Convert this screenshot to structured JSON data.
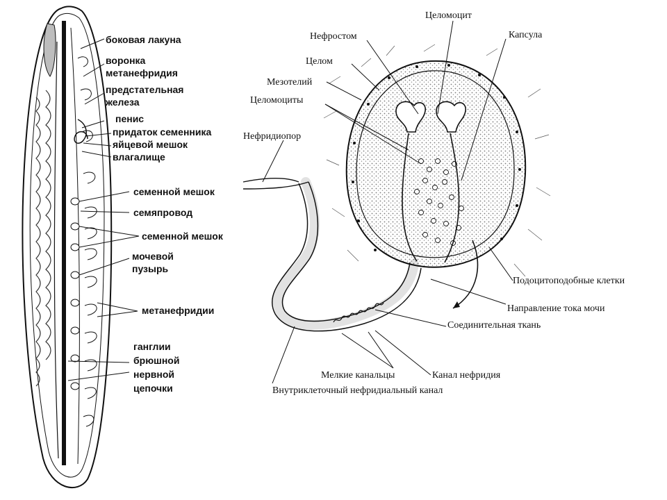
{
  "leech_labels": {
    "lateral_lacuna": "боковая лакуна",
    "funnel_1": "воронка",
    "funnel_2": "метанефридия",
    "prostate_1": "предстательная",
    "prostate_2": "железа",
    "penis": "пенис",
    "epididymis": "придаток семенника",
    "ovisac": "яйцевой мешок",
    "vagina": "влагалище",
    "seminal_sac_1": "семенной мешок",
    "vas_deferens": "семяпровод",
    "seminal_sac_2": "семенной мешок",
    "bladder_1": "мочевой",
    "bladder_2": "пузырь",
    "metanephridia": "метанефридии",
    "ganglia_1": "ганглии",
    "ganglia_2": "брюшной",
    "ganglia_3": "нервной",
    "ganglia_4": "цепочки"
  },
  "nephridium_labels": {
    "coelomocyte": "Целомоцит",
    "nephrostome": "Нефростом",
    "capsule": "Капсула",
    "coelom": "Целом",
    "mesothelium": "Мезотелий",
    "coelomocytes": "Целомоциты",
    "nephridiopore": "Нефридиопор",
    "podocyte_cells": "Подоцитоподобные клетки",
    "urine_flow": "Направление тока мочи",
    "connective_tissue": "Соединительная ткань",
    "small_canals": "Мелкие канальцы",
    "nephridial_canal": "Канал нефридия",
    "intracellular_canal": "Внутриклеточный нефридиальный канал"
  },
  "colors": {
    "ink": "#111111",
    "stipple": "#9a9a9a",
    "background": "#ffffff"
  }
}
